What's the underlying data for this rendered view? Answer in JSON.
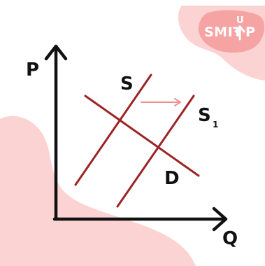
{
  "logo": {
    "text_left": "SMIT",
    "text_top": "U",
    "text_right": "P"
  },
  "diagram": {
    "y_axis_label": "P",
    "x_axis_label": "Q",
    "supply_label": "S",
    "shifted_supply_label": "S",
    "shifted_supply_subscript": "1",
    "demand_label": "D"
  },
  "colors": {
    "curve": "#9b2426",
    "arrow": "#f08d8d",
    "axis": "#111111",
    "blob": "#fcd3d3",
    "blob_dark": "#f8b5b5",
    "logo_bg": "#f6a3a3"
  }
}
